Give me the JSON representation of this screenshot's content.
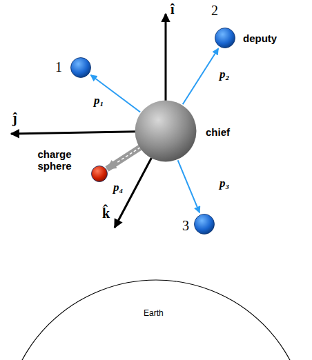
{
  "diagram": {
    "nodes": [
      {
        "text": [
          "chief"
        ]
      },
      {
        "text": [
          "1"
        ]
      },
      {
        "text": [
          "2",
          "deputy"
        ]
      },
      {
        "text": [
          "3"
        ]
      },
      {
        "text": [
          "charge sphere"
        ]
      },
      {
        "text": [
          "Earth"
        ]
      }
    ],
    "edges": [
      {
        "from": 0,
        "to": 1,
        "arrow": "to",
        "label": "p₁"
      },
      {
        "from": 0,
        "to": 2,
        "arrow": "to",
        "label": "p₂"
      },
      {
        "from": 0,
        "to": 3,
        "arrow": "to",
        "label": "p₃"
      },
      {
        "from": 0,
        "to": 4,
        "arrow": "to",
        "label": "p₄"
      }
    ],
    "labels": [
      "î",
      "ĵ",
      "k̂"
    ]
  }
}
